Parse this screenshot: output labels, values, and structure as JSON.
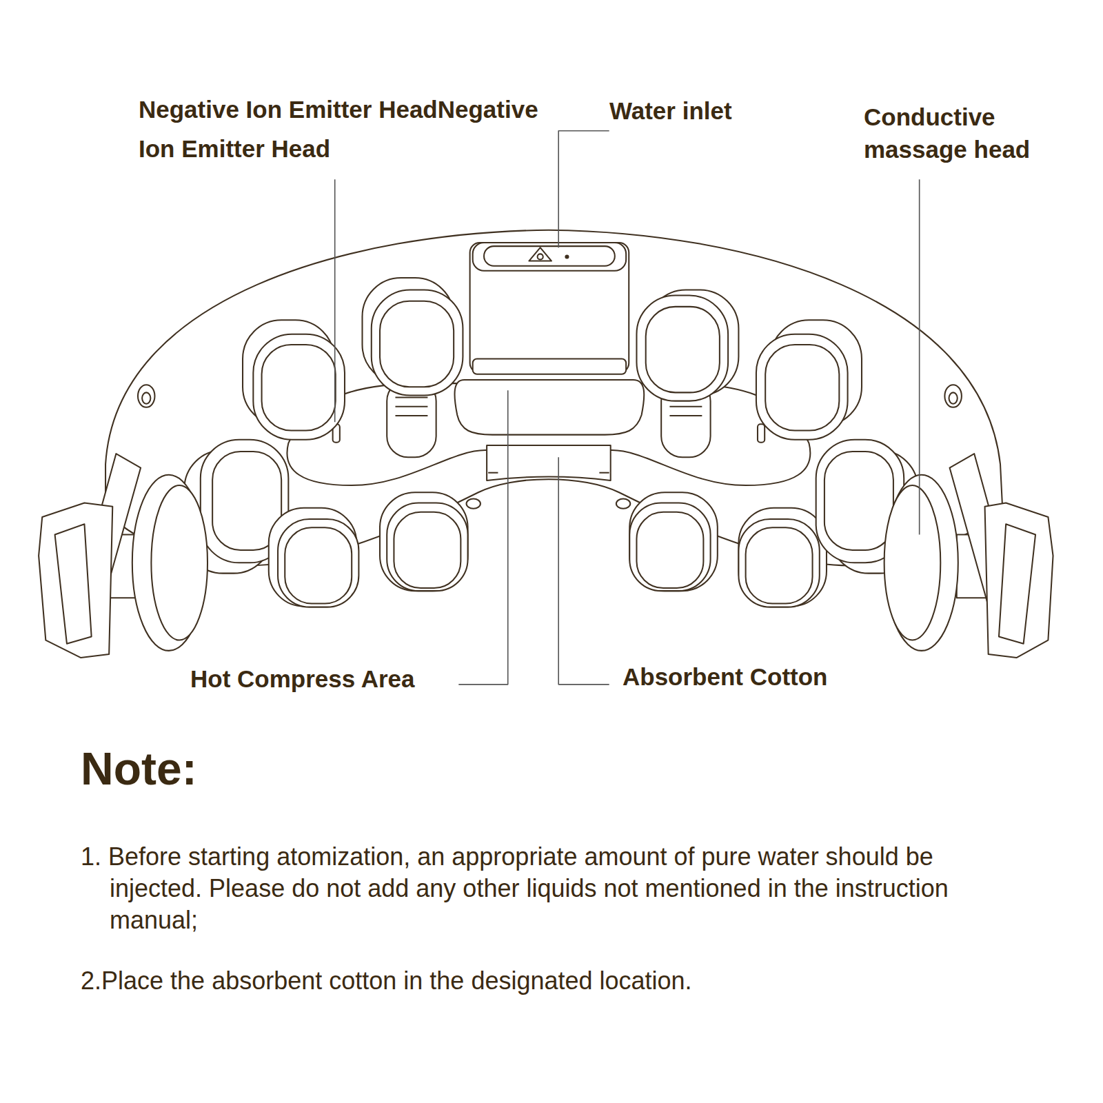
{
  "diagram": {
    "labels": [
      "Negative Ion Emitter HeadNegative Ion Emitter Head",
      "Water inlet",
      "Conductive massage head",
      "Hot Compress Area",
      "Absorbent Cotton",
      "Note:",
      "1. Before starting atomization, an appropriate amount of pure water should be injected. Please do not add any other liquids not mentioned in the instruction manual;",
      "2.Place the absorbent cotton in the designated location."
    ]
  }
}
